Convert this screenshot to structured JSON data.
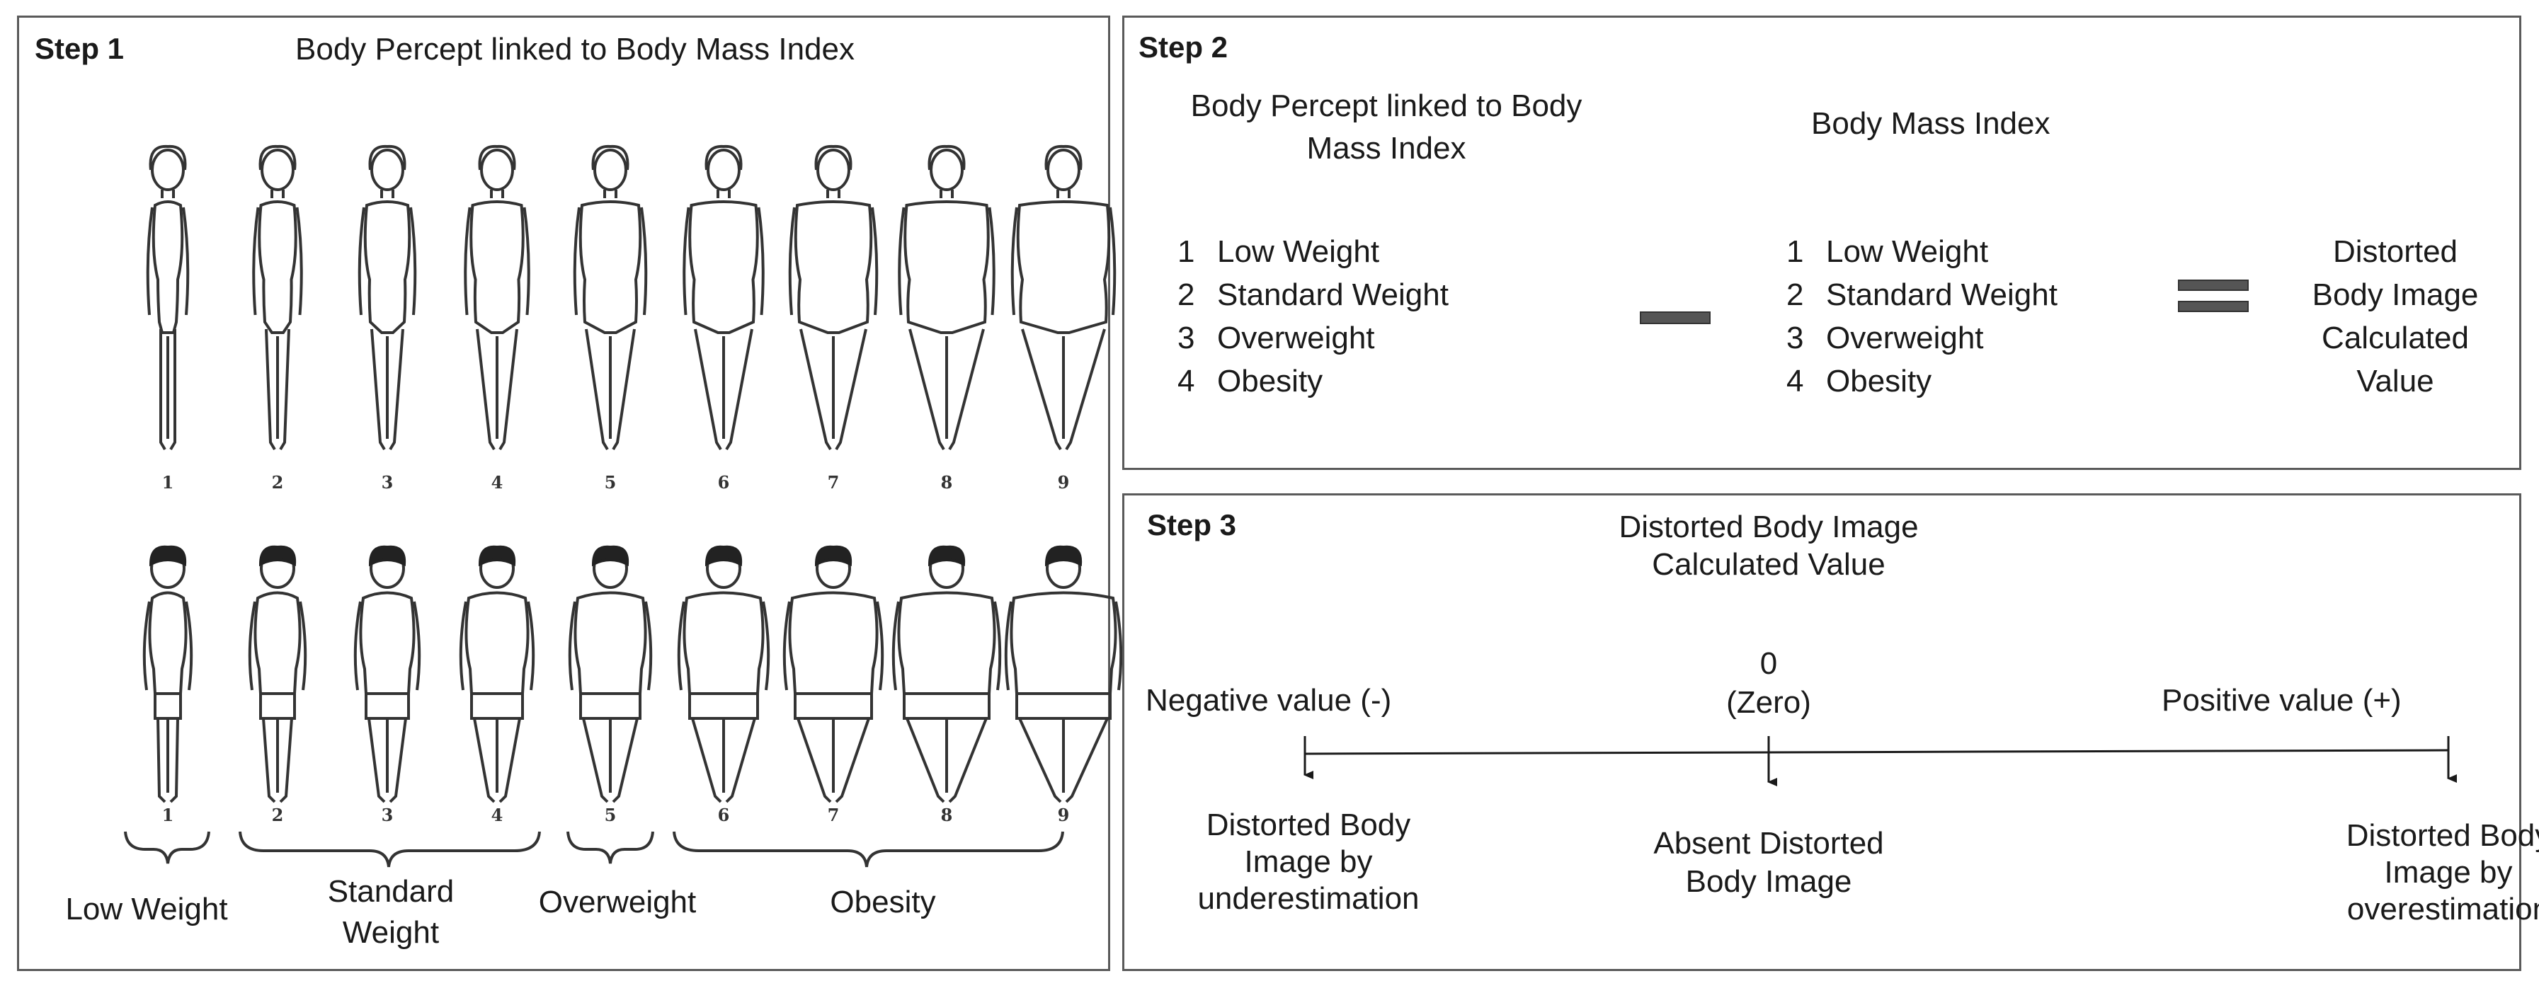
{
  "step1": {
    "label": "Step 1",
    "title": "Body Percept linked to Body Mass Index",
    "female_numbers": [
      "1",
      "2",
      "3",
      "4",
      "5",
      "6",
      "7",
      "8",
      "9"
    ],
    "male_numbers": [
      "1",
      "2",
      "3",
      "4",
      "5",
      "6",
      "7",
      "8",
      "9"
    ],
    "groups": {
      "low": "Low Weight",
      "standard_line1": "Standard",
      "standard_line2": "Weight",
      "over": "Overweight",
      "obesity": "Obesity"
    }
  },
  "step2": {
    "label": "Step 2",
    "left_title_line1": "Body Percept linked to Body",
    "left_title_line2": "Mass Index",
    "right_title": "Body Mass Index",
    "left_items": [
      {
        "num": "1",
        "text": "Low Weight"
      },
      {
        "num": "2",
        "text": "Standard Weight"
      },
      {
        "num": "3",
        "text": "Overweight"
      },
      {
        "num": "4",
        "text": "Obesity"
      }
    ],
    "right_items": [
      {
        "num": "1",
        "text": "Low Weight"
      },
      {
        "num": "2",
        "text": "Standard Weight"
      },
      {
        "num": "3",
        "text": "Overweight"
      },
      {
        "num": "4",
        "text": "Obesity"
      }
    ],
    "result_lines": [
      "Distorted",
      "Body Image",
      "Calculated",
      "Value"
    ]
  },
  "step3": {
    "label": "Step 3",
    "title_line1": "Distorted Body Image",
    "title_line2": "Calculated Value",
    "zero_line1": "0",
    "zero_line2": "(Zero)",
    "negative": "Negative value (-)",
    "positive": "Positive value (+)",
    "left_result": [
      "Distorted Body",
      "Image by",
      "underestimation"
    ],
    "center_result": [
      "Absent Distorted",
      "Body Image"
    ],
    "right_result": [
      "Distorted Body",
      "Image by",
      "overestimation"
    ]
  },
  "colors": {
    "border": "#5a5a5a",
    "operator": "#555555",
    "ink": "#1a1a1a"
  }
}
